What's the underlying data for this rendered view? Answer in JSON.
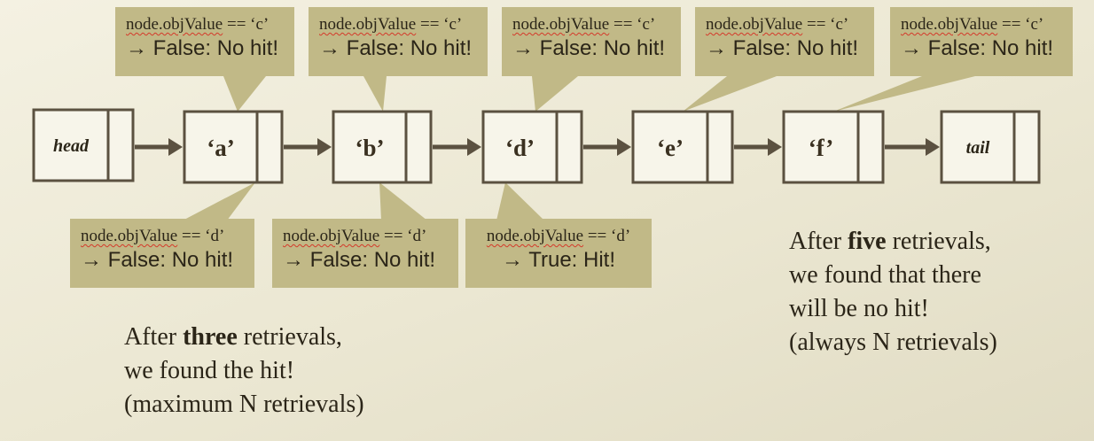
{
  "nodes": [
    {
      "label": "head",
      "italic": true
    },
    {
      "label": "‘a’",
      "italic": false
    },
    {
      "label": "‘b’",
      "italic": false
    },
    {
      "label": "‘d’",
      "italic": false
    },
    {
      "label": "‘e’",
      "italic": false
    },
    {
      "label": "‘f’",
      "italic": false
    },
    {
      "label": "tail",
      "italic": true
    }
  ],
  "top_callouts": [
    {
      "cond_prefix": "node.objValue",
      "cond_suffix": " == ‘c’",
      "result": "→ False: No hit!"
    },
    {
      "cond_prefix": "node.objValue",
      "cond_suffix": " == ‘c’",
      "result": "→ False: No hit!"
    },
    {
      "cond_prefix": "node.objValue",
      "cond_suffix": " == ‘c’",
      "result": "→ False: No hit!"
    },
    {
      "cond_prefix": "node.objValue",
      "cond_suffix": " == ‘c’",
      "result": "→ False: No hit!"
    },
    {
      "cond_prefix": "node.objValue",
      "cond_suffix": " == ‘c’",
      "result": "→ False: No hit!"
    }
  ],
  "bottom_callouts": [
    {
      "cond_prefix": "node.objValue",
      "cond_suffix": " == ‘d’",
      "result": "→ False: No hit!"
    },
    {
      "cond_prefix": "node.objValue",
      "cond_suffix": " == ‘d’",
      "result": "→ False: No hit!"
    },
    {
      "cond_prefix": "node.objValue",
      "cond_suffix": " == ‘d’",
      "result": "→ True: Hit!"
    }
  ],
  "note_three": {
    "line1_pre": "After ",
    "line1_emph": "three",
    "line1_post": " retrievals,",
    "line2": "we found the hit!",
    "line3": "(maximum N retrievals)"
  },
  "note_five": {
    "line1_pre": "After ",
    "line1_emph": "five",
    "line1_post": " retrievals,",
    "line2": "we found that there",
    "line3": "will be no hit!",
    "line4": "(always N retrievals)"
  },
  "colors": {
    "node_stroke": "#5b5140",
    "node_fill": "#f7f5ea",
    "arrow": "#5b5140",
    "callout": "#c1b987"
  }
}
